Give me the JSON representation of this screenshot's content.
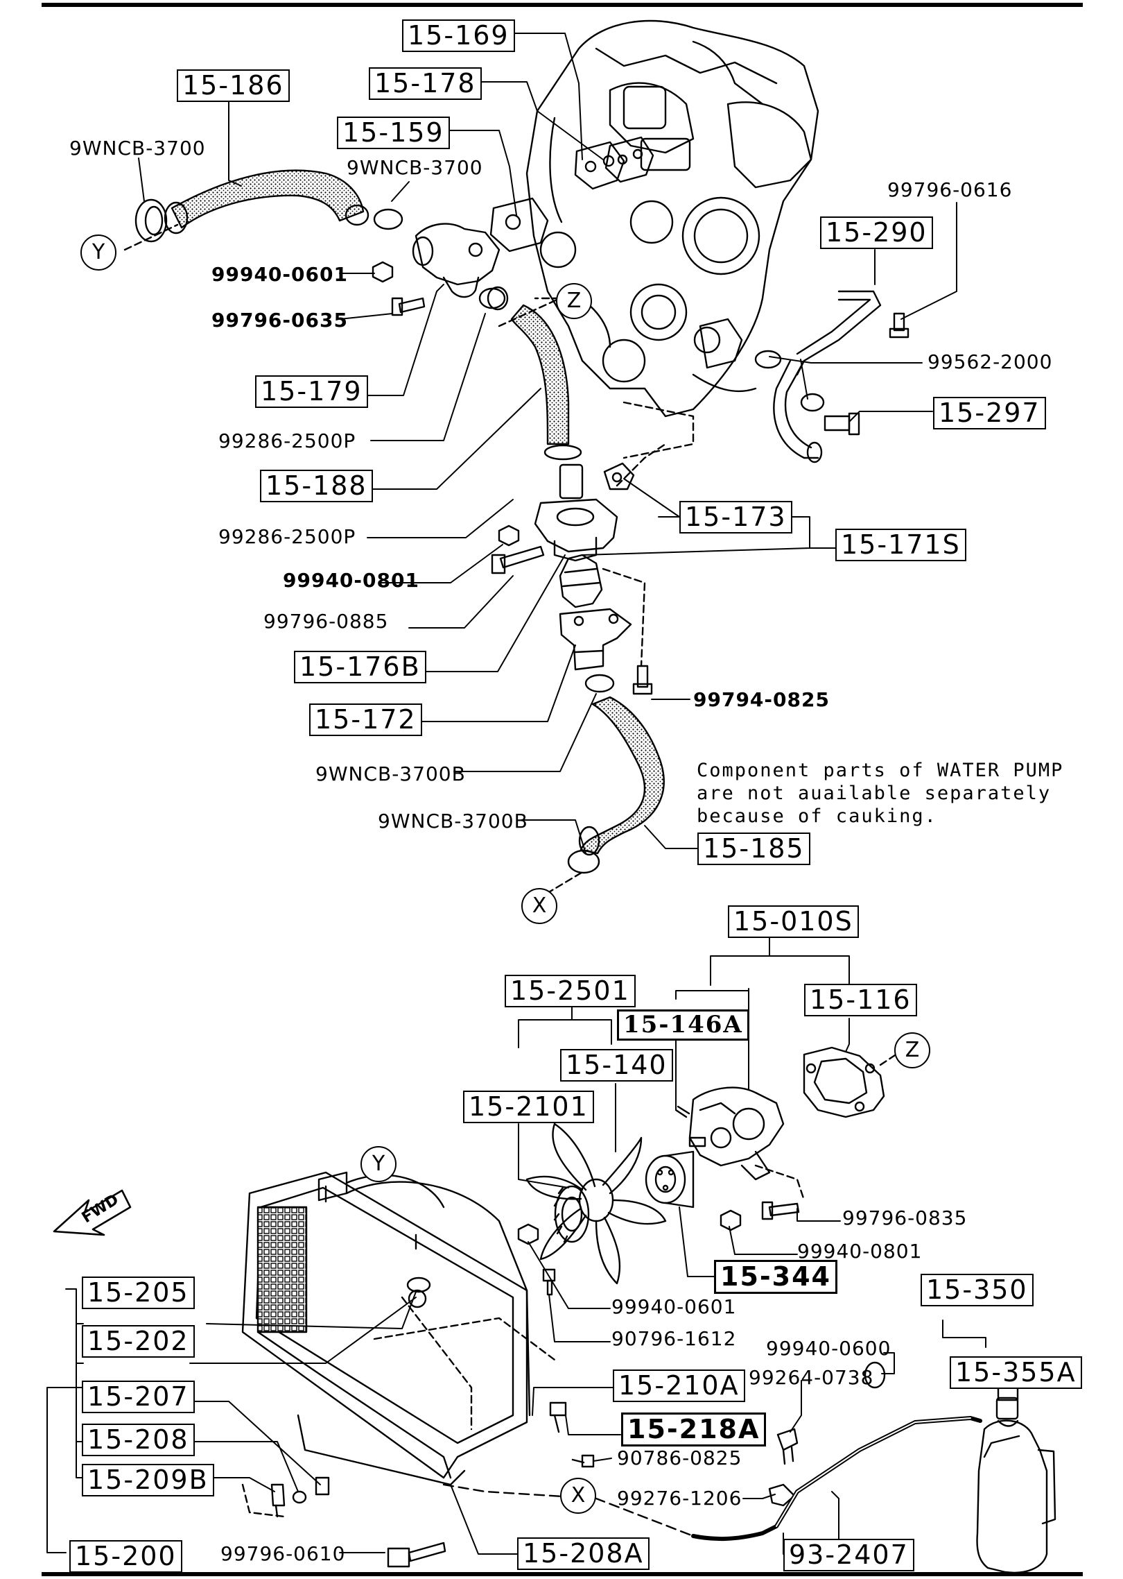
{
  "labels": {
    "b15_169": "15-169",
    "b15_186": "15-186",
    "b15_178": "15-178",
    "b15_159": "15-159",
    "p9wncb_top": "9WNCB-3700",
    "p9wncb_mid": "9WNCB-3700",
    "p99940_0601_top": "99940-0601",
    "p99796_0635": "99796-0635",
    "b15_179": "15-179",
    "p99286_2500p_a": "99286-2500P",
    "b15_188": "15-188",
    "p99286_2500p_b": "99286-2500P",
    "p99940_0801_top": "99940-0801",
    "p99796_0885": "99796-0885",
    "b15_176b": "15-176B",
    "b15_172": "15-172",
    "p9wncb_b1": "9WNCB-3700B",
    "p9wncb_b2": "9WNCB-3700B",
    "p99796_0616": "99796-0616",
    "b15_290": "15-290",
    "p99562_2000": "99562-2000",
    "b15_297": "15-297",
    "b15_173": "15-173",
    "b15_171s": "15-171S",
    "p99794_0825": "99794-0825",
    "b15_185": "15-185",
    "b15_010s": "15-010S",
    "b15_2501": "15-2501",
    "b15_146a": "15-146A",
    "b15_116": "15-116",
    "b15_140": "15-140",
    "b15_2101": "15-2101",
    "p99796_0835": "99796-0835",
    "p99940_0801_bot": "99940-0801",
    "b15_344": "15-344",
    "p99940_0601_bot": "99940-0601",
    "p90796_1612": "90796-1612",
    "b15_350": "15-350",
    "p99940_0600": "99940-0600",
    "p99264_0738": "99264-0738",
    "b15_355a": "15-355A",
    "b15_205": "15-205",
    "b15_202": "15-202",
    "b15_210a": "15-210A",
    "b15_218a": "15-218A",
    "b15_207": "15-207",
    "p90786_0825": "90786-0825",
    "b15_208": "15-208",
    "p99276_1206": "99276-1206",
    "b15_209b": "15-209B",
    "b15_200": "15-200",
    "p99796_0610": "99796-0610",
    "b15_208a": "15-208A",
    "b93_2407": "93-2407"
  },
  "refs": {
    "y_top": "Y",
    "z_top": "Z",
    "x_top": "X",
    "z_bot": "Z",
    "y_bot": "Y",
    "x_bot": "X"
  },
  "note": {
    "line1": "Component parts of WATER PUMP",
    "line2": "are not auailable separately",
    "line3": "because of cauking."
  },
  "fwd_label": "FWD",
  "icons": {
    "fwd_arrow": "fwd-arrow-icon"
  }
}
